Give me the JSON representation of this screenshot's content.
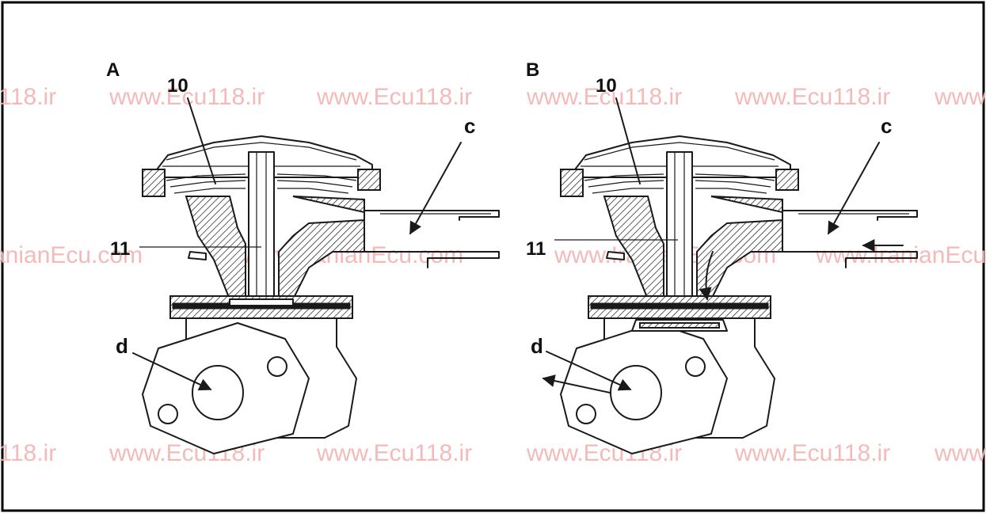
{
  "panels": [
    {
      "letter": "A",
      "callouts": {
        "diaphragm": "10",
        "valve_stem": "11",
        "inlet": "c",
        "outlet": "d"
      }
    },
    {
      "letter": "B",
      "callouts": {
        "diaphragm": "10",
        "valve_stem": "11",
        "inlet": "c",
        "outlet": "d"
      }
    }
  ],
  "watermarks": {
    "ecu118": "www.Ecu118.ir",
    "iranianecu": "www.IranianEcu.com"
  },
  "colors": {
    "watermark": "#f3b3b3",
    "ink": "#1a1a1a",
    "frame": "#000000"
  }
}
